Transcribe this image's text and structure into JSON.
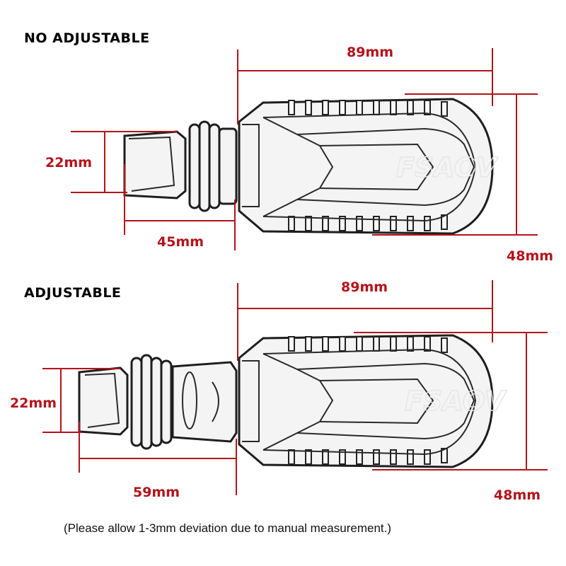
{
  "diagrams": [
    {
      "heading": "NO ADJUSTABLE",
      "length_label": "89mm",
      "stem_height_label": "22mm",
      "stem_length_label": "45mm",
      "width_label": "48mm",
      "watermark": "FSAOV"
    },
    {
      "heading": "ADJUSTABLE",
      "length_label": "89mm",
      "stem_height_label": "22mm",
      "stem_length_label": "59mm",
      "width_label": "48mm",
      "watermark": "FSAOV"
    }
  ],
  "footnote": "(Please allow 1-3mm deviation due to manual measurement.)",
  "colors": {
    "dimension": "#b3131b",
    "outline": "#1e1e1e",
    "background": "#ffffff"
  }
}
